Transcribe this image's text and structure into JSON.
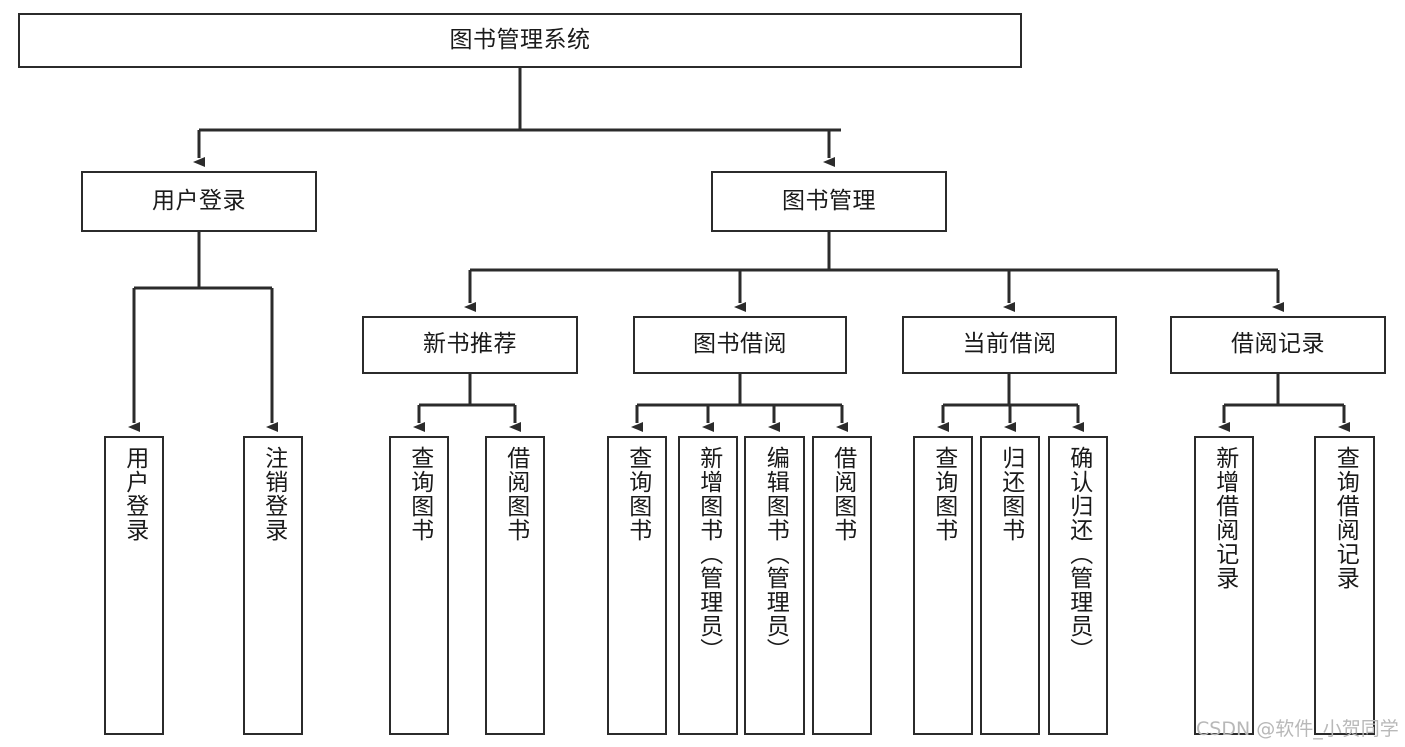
{
  "diagram": {
    "title": "图书管理系统",
    "type": "tree-hierarchy-chart",
    "watermark": "CSDN @软件_小贺同学",
    "colors": {
      "border": "#2b2b2b",
      "text": "#1a1a1a",
      "background": "#ffffff",
      "connector": "#2b2b2b",
      "watermark": "#b8b8b8"
    },
    "nodes": {
      "root": {
        "label": "图书管理系统"
      },
      "level2": [
        {
          "label": "用户登录"
        },
        {
          "label": "图书管理"
        }
      ],
      "level3": [
        {
          "label": "新书推荐"
        },
        {
          "label": "图书借阅"
        },
        {
          "label": "当前借阅"
        },
        {
          "label": "借阅记录"
        }
      ],
      "leaves": {
        "user_login": [
          {
            "label": "用户登录"
          },
          {
            "label": "注销登录"
          }
        ],
        "new_book_recommend": [
          {
            "label": "查询图书"
          },
          {
            "label": "借阅图书"
          }
        ],
        "book_borrow": [
          {
            "label": "查询图书"
          },
          {
            "label": "新增图书（管理员）"
          },
          {
            "label": "编辑图书（管理员）"
          },
          {
            "label": "借阅图书"
          }
        ],
        "current_borrow": [
          {
            "label": "查询图书"
          },
          {
            "label": "归还图书"
          },
          {
            "label": "确认归还（管理员）"
          }
        ],
        "borrow_record": [
          {
            "label": "新增借阅记录"
          },
          {
            "label": "查询借阅记录"
          }
        ]
      }
    }
  }
}
